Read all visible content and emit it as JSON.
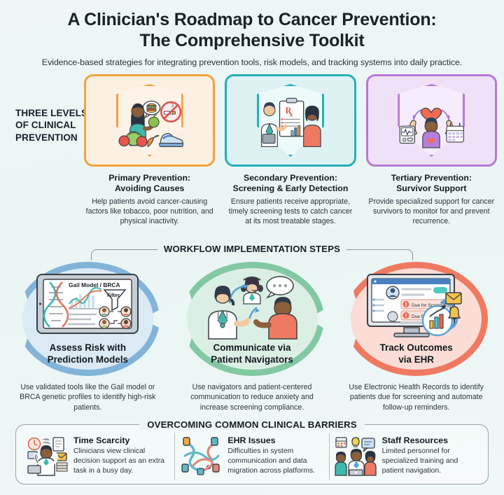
{
  "header": {
    "title_line1": "A Clinician's Roadmap to Cancer Prevention:",
    "title_line2": "The Comprehensive Toolkit",
    "subtitle": "Evidence-based strategies for integrating prevention tools, risk models, and tracking systems into daily practice."
  },
  "levels_section": {
    "label": "THREE LEVELS OF CLINICAL PREVENTION",
    "cards": [
      {
        "heading_line1": "Primary Prevention:",
        "heading_line2": "Avoiding Causes",
        "description": "Help patients avoid cancer-causing factors like tobacco, poor nutrition, and physical inactivity.",
        "accent": "#f2a33c",
        "fill": "#fbf0e2",
        "icon": "shield-healthy-lifestyle-icon"
      },
      {
        "heading_line1": "Secondary Prevention:",
        "heading_line2": "Screening & Early Detection",
        "description": "Ensure patients receive appropriate, timely screening tests to catch cancer at its most treatable stages.",
        "accent": "#21b2b8",
        "fill": "#dff2f3",
        "icon": "shield-screening-rx-icon"
      },
      {
        "heading_line1": "Tertiary Prevention:",
        "heading_line2": "Survivor Support",
        "description": "Provide specialized support for cancer survivors to monitor for and prevent recurrence.",
        "accent": "#b977d8",
        "fill": "#efe1f7",
        "icon": "shield-survivor-support-icon"
      }
    ]
  },
  "workflow_section": {
    "banner_title": "WORKFLOW IMPLEMENTATION STEPS",
    "steps": [
      {
        "heading_line1": "Assess Risk with",
        "heading_line2": "Prediction Models",
        "description": "Use validated tools like the Gail model or BRCA genetic profiles to identify high-risk patients.",
        "art_labels": {
          "screen_title": "Gail Model / BRCA",
          "funnel_label": "Filter"
        },
        "ring_color": "#82b4da",
        "inner_color": "#dceaf5",
        "icon": "tablet-risk-model-icon"
      },
      {
        "heading_line1": "Communicate via",
        "heading_line2": "Patient Navigators",
        "description": "Use navigators and patient-centered communication to reduce anxiety and increase screening compliance.",
        "art_labels": {},
        "ring_color": "#82c8a3",
        "inner_color": "#dcefe4",
        "icon": "patient-navigator-icon"
      },
      {
        "heading_line1": "Track Outcomes",
        "heading_line2": "via EHR",
        "description": "Use Electronic Health Records to identify patients due for screening and automate follow-up reminders.",
        "art_labels": {
          "alert_1": "Due for Screening",
          "alert_2": "Due for Screening"
        },
        "ring_color": "#ef7a62",
        "inner_color": "#fbddd6",
        "icon": "ehr-monitor-icon"
      }
    ]
  },
  "barriers_section": {
    "title": "OVERCOMING COMMON CLINICAL BARRIERS",
    "items": [
      {
        "heading": "Time Scarcity",
        "description": "Clinicians view clinical decision support as an extra task in a busy day.",
        "icon": "overwhelmed-clinician-icon"
      },
      {
        "heading": "EHR Issues",
        "description": "Difficulties in system communication and data migration across platforms.",
        "icon": "tangled-cables-icon"
      },
      {
        "heading": "Staff Resources",
        "description": "Limited personnel for specialized training and patient navigation.",
        "icon": "small-staff-team-icon"
      }
    ]
  }
}
